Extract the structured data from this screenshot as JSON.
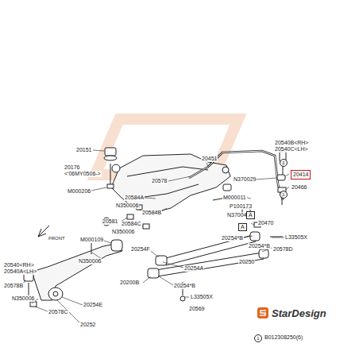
{
  "diagram": {
    "labels": [
      "20151",
      "20176",
      "<'06MY0506->",
      "M000206",
      "20578",
      "20584A",
      "N350006",
      "20584B",
      "20581",
      "20584C",
      "N350006",
      "20451",
      "20540B<RH>",
      "20540C<LH>",
      "N370029",
      "20414",
      "20466",
      "M000011",
      "P100173",
      "N370042",
      "A",
      "A",
      "20470",
      "L33505X",
      "20578D",
      "20254*B",
      "20254*B",
      "20250",
      "20254A",
      "20200B",
      "20254*B",
      "L33505X",
      "20569",
      "20254F",
      "M000109",
      "N350006",
      "20540<RH>",
      "20540A<LH>",
      "20578B",
      "20254E",
      "N350006",
      "20578C",
      "20252",
      "FRONT",
      "1",
      "1",
      "1",
      "B012308250(6)",
      "StarDesign"
    ]
  }
}
